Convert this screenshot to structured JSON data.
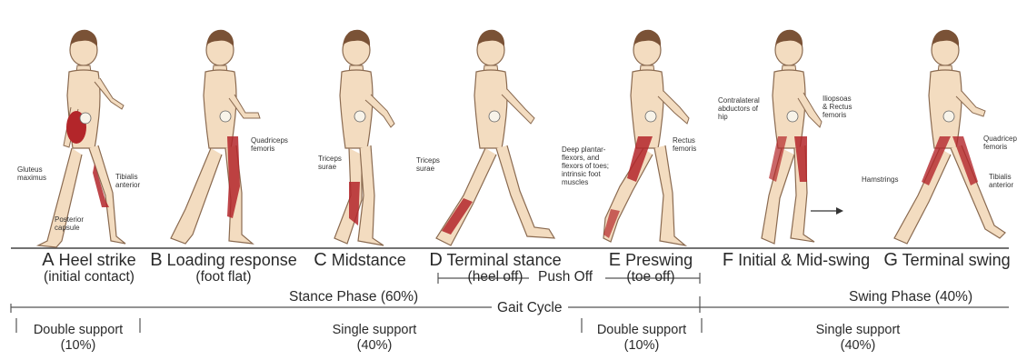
{
  "phases": [
    {
      "letter": "A",
      "name": "Heel strike",
      "sub": "(initial contact)"
    },
    {
      "letter": "B",
      "name": "Loading response",
      "sub": "(foot flat)"
    },
    {
      "letter": "C",
      "name": "Midstance",
      "sub": ""
    },
    {
      "letter": "D",
      "name": "Terminal stance",
      "sub": "(heel off)"
    },
    {
      "letter": "E",
      "name": "Preswing",
      "sub": "(toe off)"
    },
    {
      "letter": "F",
      "name": "Initial & Mid-swing",
      "sub": ""
    },
    {
      "letter": "G",
      "name": "Terminal swing",
      "sub": ""
    }
  ],
  "muscle_labels": {
    "a_gluteus": "Gluteus\nmaximus",
    "a_tibialis": "Tibialis\nanterior",
    "a_capsule": "Posterior\ncapsule",
    "b_quadriceps": "Quadriceps\nfemoris",
    "c_triceps": "Triceps\nsurae",
    "d_triceps": "Triceps\nsurae",
    "e_plantar": "Deep plantar-\nflexors, and\nflexors of toes;\nintrinsic foot\nmuscles",
    "e_rectus": "Rectus\nfemoris",
    "f_contra": "Contralateral\nabductors of\nhip",
    "f_iliopsoas": "Iliopsoas\n& Rectus\nfemoris",
    "g_quadriceps": "Quadriceps\nfemoris",
    "g_hamstrings": "Hamstrings",
    "g_tibialis": "Tibialis\nanterior"
  },
  "bars": {
    "push_off": "Push Off",
    "stance_phase": "Stance Phase (60%)",
    "gait_cycle": "Gait Cycle",
    "swing_phase": "Swing Phase (40%)"
  },
  "supports": [
    {
      "name": "Double support",
      "pct": "(10%)"
    },
    {
      "name": "Single support",
      "pct": "(40%)"
    },
    {
      "name": "Double support",
      "pct": "(10%)"
    },
    {
      "name": "Single support",
      "pct": "(40%)"
    }
  ],
  "colors": {
    "skin": "#f3dcc0",
    "skin_line": "#8a6a50",
    "hair": "#7a5236",
    "muscle": "#b3262a",
    "bone": "#f8f4ea",
    "line": "#333333"
  }
}
